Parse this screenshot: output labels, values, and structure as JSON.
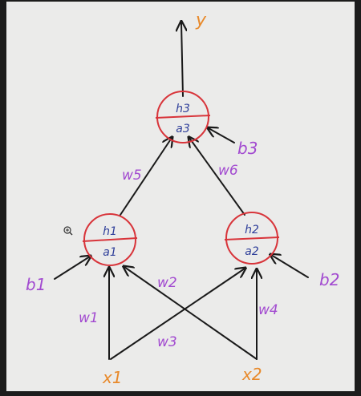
{
  "diagram": {
    "output_label": "y",
    "neurons": [
      {
        "id": "n3",
        "pre": "h3",
        "post": "a3"
      },
      {
        "id": "n1",
        "pre": "h1",
        "post": "a1"
      },
      {
        "id": "n2",
        "pre": "h2",
        "post": "a2"
      }
    ],
    "inputs": [
      "x1",
      "x2"
    ],
    "biases": [
      "b1",
      "b2",
      "b3"
    ],
    "weights": [
      "w1",
      "w2",
      "w3",
      "w4",
      "w5",
      "w6"
    ],
    "colors": {
      "neuron_outline": "#d8343a",
      "neuron_text": "#2f3f9a",
      "weight_bias_text": "#a24ad0",
      "io_text": "#e8892a",
      "arrows": "#1a1a1a",
      "board": "#ebebea"
    }
  }
}
